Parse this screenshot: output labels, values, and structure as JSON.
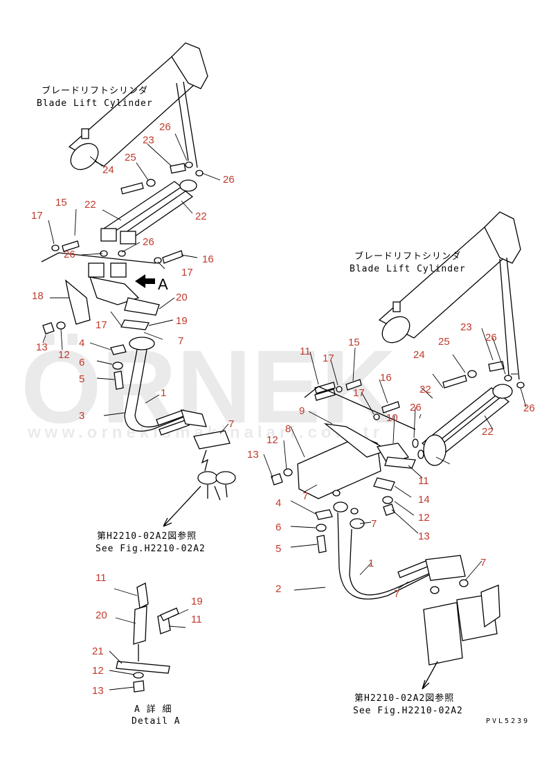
{
  "captions": {
    "cylinder_jp": "ブレードリフトシリンダ",
    "cylinder_en": "Blade Lift Cylinder",
    "see_fig_jp": "第H2210-02A2図参照",
    "see_fig_en": "See Fig.H2210-02A2",
    "detail_jp": "A 詳 細",
    "detail_en": "Detail A",
    "view_letter": "A",
    "drawing_code": "PVL5239"
  },
  "watermark": {
    "brand": "ÖRNEK",
    "url": "www.ornekismakinalari.com.tr"
  },
  "part_numbers": {
    "left": [
      "26",
      "23",
      "25",
      "24",
      "26",
      "15",
      "22",
      "22",
      "17",
      "26",
      "26",
      "16",
      "17",
      "18",
      "20",
      "17",
      "19",
      "13",
      "12",
      "7",
      "4",
      "6",
      "5",
      "1",
      "3",
      "7"
    ],
    "right": [
      "11",
      "17",
      "15",
      "25",
      "23",
      "26",
      "24",
      "22",
      "16",
      "17",
      "26",
      "9",
      "10",
      "22",
      "26",
      "8",
      "12",
      "13",
      "11",
      "7",
      "14",
      "12",
      "4",
      "7",
      "6",
      "13",
      "5",
      "1",
      "2",
      "7",
      "7"
    ],
    "detail": [
      "11",
      "20",
      "19",
      "11",
      "21",
      "12",
      "13"
    ]
  }
}
